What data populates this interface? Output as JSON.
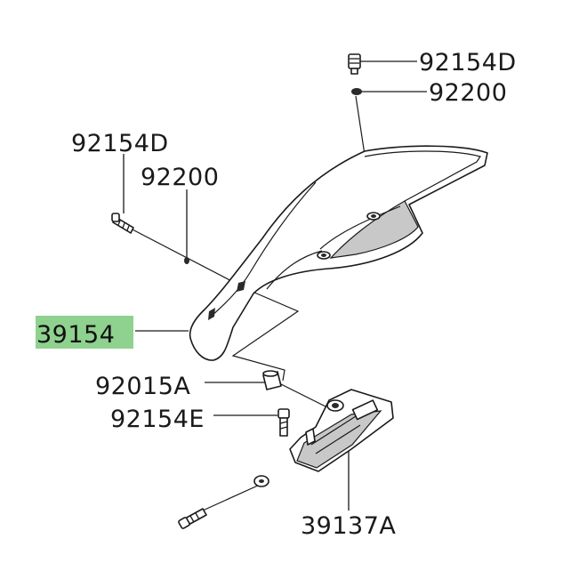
{
  "colors": {
    "ink": "#1a1a1a",
    "highlight": "#8fd18f",
    "shade": "#c8c8c8"
  },
  "labels": {
    "screw_top": "92154D",
    "washer_top": "92200",
    "screw_left": "92154D",
    "washer_left": "92200",
    "cover": "39154",
    "collar": "92015A",
    "screw_bracket": "92154E",
    "bracket": "39137A"
  }
}
